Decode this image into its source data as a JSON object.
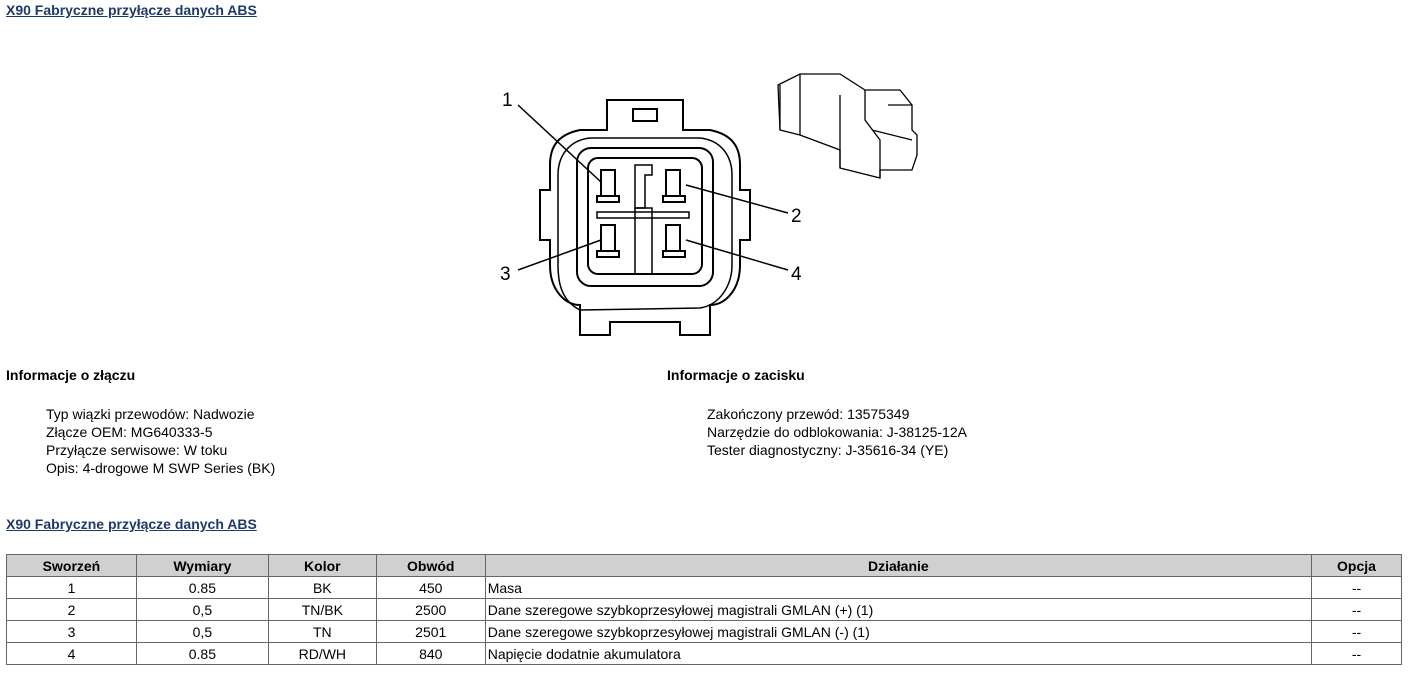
{
  "title": "X90 Fabryczne przyłącze danych ABS",
  "diagram": {
    "pins": [
      "1",
      "2",
      "3",
      "4"
    ]
  },
  "connector_info": {
    "heading": "Informacje o złączu",
    "lines": [
      "Typ wiązki przewodów: Nadwozie",
      "Złącze OEM: MG640333-5",
      "Przyłącze serwisowe: W toku",
      "Opis: 4-drogowe M SWP Series (BK)"
    ]
  },
  "terminal_info": {
    "heading": "Informacje o zacisku",
    "lines": [
      "Zakończony przewód: 13575349",
      "Narzędzie do odblokowania: J-38125-12A",
      "Tester diagnostyczny: J-35616-34 (YE)"
    ]
  },
  "table_title": "X90 Fabryczne przyłącze danych ABS",
  "table": {
    "headers": [
      "Sworzeń",
      "Wymiary",
      "Kolor",
      "Obwód",
      "Działanie",
      "Opcja"
    ],
    "rows": [
      [
        "1",
        "0.85",
        "BK",
        "450",
        "Masa",
        "--"
      ],
      [
        "2",
        "0,5",
        "TN/BK",
        "2500",
        "Dane szeregowe szybkoprzesyłowej magistrali GMLAN (+) (1)",
        "--"
      ],
      [
        "3",
        "0,5",
        "TN",
        "2501",
        "Dane szeregowe szybkoprzesyłowej magistrali GMLAN (-) (1)",
        "--"
      ],
      [
        "4",
        "0.85",
        "RD/WH",
        "840",
        "Napięcie dodatnie akumulatora",
        "--"
      ]
    ]
  }
}
